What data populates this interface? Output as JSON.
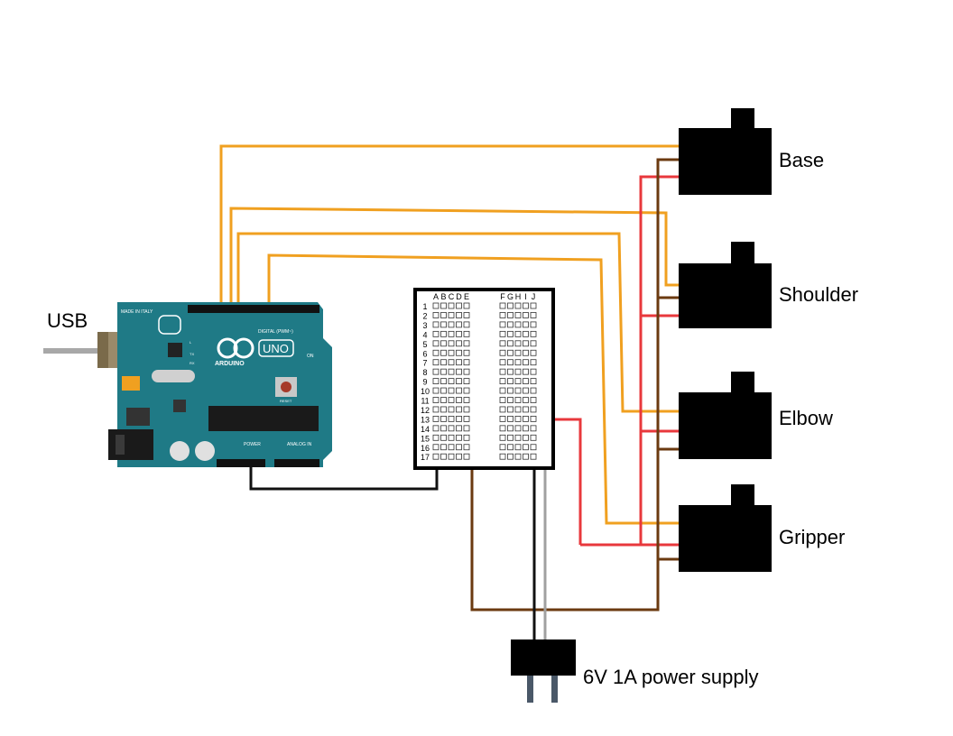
{
  "labels": {
    "usb": "USB",
    "power_supply": "6V 1A power supply"
  },
  "servos": [
    {
      "name": "Base"
    },
    {
      "name": "Shoulder"
    },
    {
      "name": "Elbow"
    },
    {
      "name": "Gripper"
    }
  ],
  "arduino": {
    "logo": "ARDUINO",
    "model": "UNO",
    "made_in": "MADE IN ITALY",
    "digital_label": "DIGITAL (PWM~)",
    "power_label": "POWER",
    "analog_label": "ANALOG IN",
    "on_label": "ON",
    "reset_label": "RESET",
    "tx_label": "TX",
    "rx_label": "RX",
    "l_label": "L"
  },
  "breadboard": {
    "columns_left": [
      "A",
      "B",
      "C",
      "D",
      "E"
    ],
    "columns_right": [
      "F",
      "G",
      "H",
      "I",
      "J"
    ],
    "rows": [
      "1",
      "2",
      "3",
      "4",
      "5",
      "6",
      "7",
      "8",
      "9",
      "10",
      "11",
      "12",
      "13",
      "14",
      "15",
      "16",
      "17"
    ]
  },
  "colors": {
    "signal_wire": "#f0a020",
    "power_wire": "#e8383c",
    "ground_wire": "#6b3a10",
    "black_wire": "#111111",
    "gray_wire": "#a0a0a0",
    "arduino_board": "#1f7a86",
    "servo": "#000000"
  }
}
